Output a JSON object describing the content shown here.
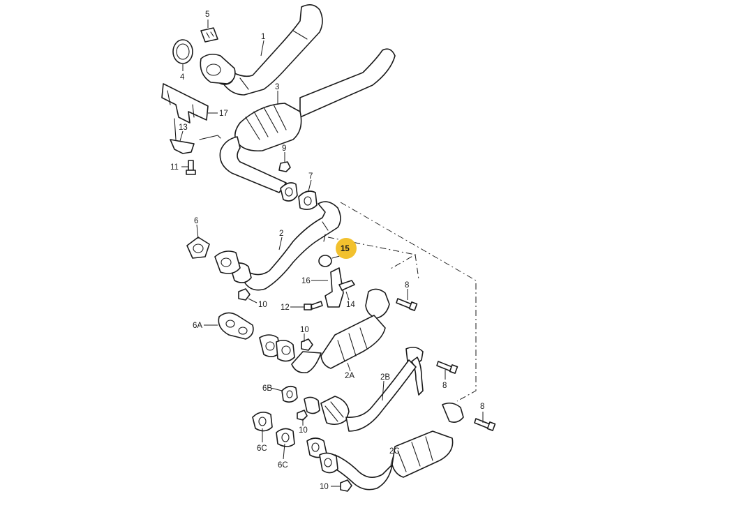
{
  "diagram": {
    "labels": {
      "p1": "1",
      "p2": "2",
      "p2a": "2A",
      "p2b": "2B",
      "p2c": "2C",
      "p3": "3",
      "p4": "4",
      "p5": "5",
      "p6": "6",
      "p6a": "6A",
      "p6b": "6B",
      "p6c_1": "6C",
      "p6c_2": "6C",
      "p7": "7",
      "p8_1": "8",
      "p8_2": "8",
      "p8_3": "8",
      "p9": "9",
      "p10_1": "10",
      "p10_2": "10",
      "p10_3": "10",
      "p10_4": "10",
      "p11": "11",
      "p12": "12",
      "p13": "13",
      "p14": "14",
      "p15": "15",
      "p16": "16",
      "p17": "17"
    },
    "highlight_color": "#F2C12E"
  }
}
